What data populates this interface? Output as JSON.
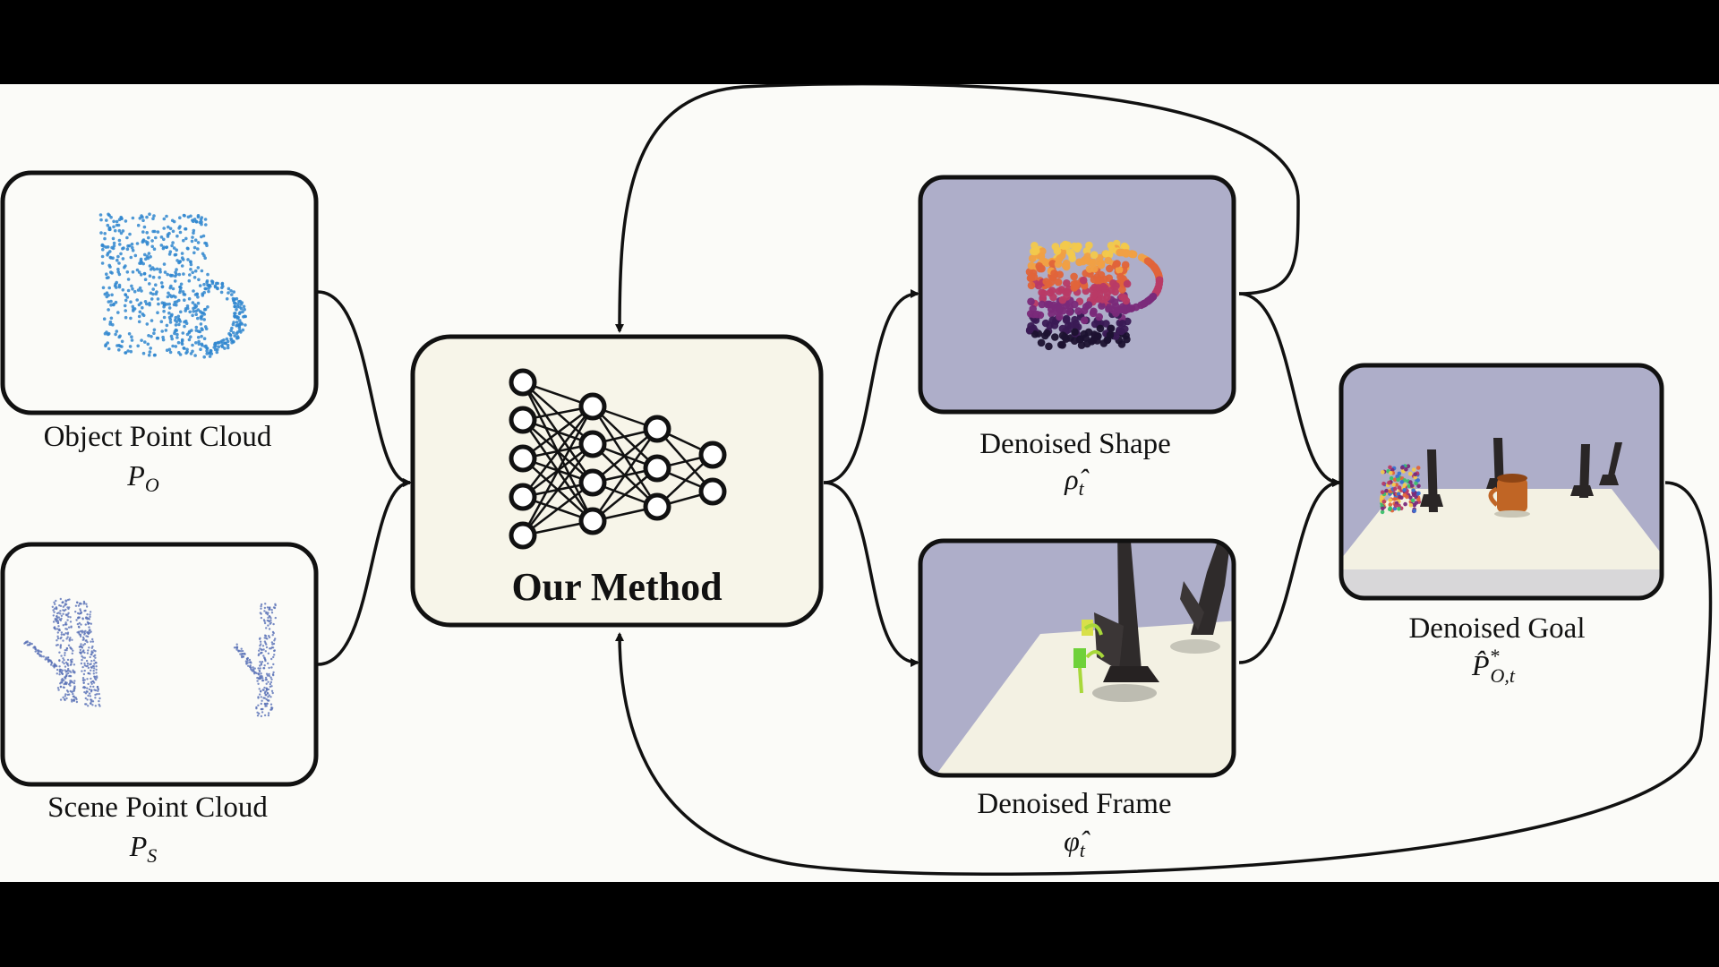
{
  "nodes": {
    "object_cloud": {
      "label": "Object Point Cloud",
      "symbol": "P",
      "symbol_sub": "O"
    },
    "scene_cloud": {
      "label": "Scene Point Cloud",
      "symbol": "P",
      "symbol_sub": "S"
    },
    "method": {
      "label": "Our Method"
    },
    "denoised_shape": {
      "label": "Denoised Shape",
      "symbol": "ρ̂",
      "symbol_sub": "t"
    },
    "denoised_frame": {
      "label": "Denoised Frame",
      "symbol": "φ̂",
      "symbol_sub": "t"
    },
    "denoised_goal": {
      "label": "Denoised Goal",
      "symbol": "P̂",
      "symbol_sup": "*",
      "symbol_sub": "O,t"
    }
  },
  "colors": {
    "background": "#fbfbf8",
    "letterbox": "#000000",
    "panel_sky": "#aeaec9",
    "floor": "#f3f1e3",
    "object_points": "#2f86cf",
    "scene_points": "#5a72b6",
    "method_fill": "#f7f5e9"
  },
  "icons": {
    "method": "neural-network-icon"
  }
}
